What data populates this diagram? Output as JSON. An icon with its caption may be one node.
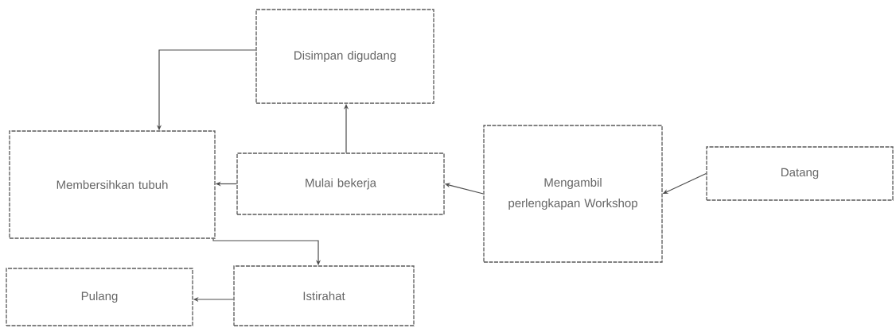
{
  "diagram": {
    "nodes": [
      {
        "text": [
          "Disimpan digudang"
        ]
      },
      {
        "text": [
          "Membersihkan tubuh"
        ]
      },
      {
        "text": [
          "Mulai bekerja"
        ]
      },
      {
        "text": [
          "Mengambil perlengkapan Workshop"
        ]
      },
      {
        "text": [
          "Datang"
        ]
      },
      {
        "text": [
          "Pulang"
        ]
      },
      {
        "text": [
          "Istirahat"
        ]
      }
    ],
    "edges": [
      {
        "from": 4,
        "to": 3,
        "arrow": "to"
      },
      {
        "from": 3,
        "to": 2,
        "arrow": "to"
      },
      {
        "from": 2,
        "to": 0,
        "arrow": "to"
      },
      {
        "from": 2,
        "to": 1,
        "arrow": "to"
      },
      {
        "from": 0,
        "to": 1,
        "arrow": "to"
      },
      {
        "from": 1,
        "to": 6,
        "arrow": "to"
      },
      {
        "from": 6,
        "to": 5,
        "arrow": "to"
      }
    ]
  }
}
